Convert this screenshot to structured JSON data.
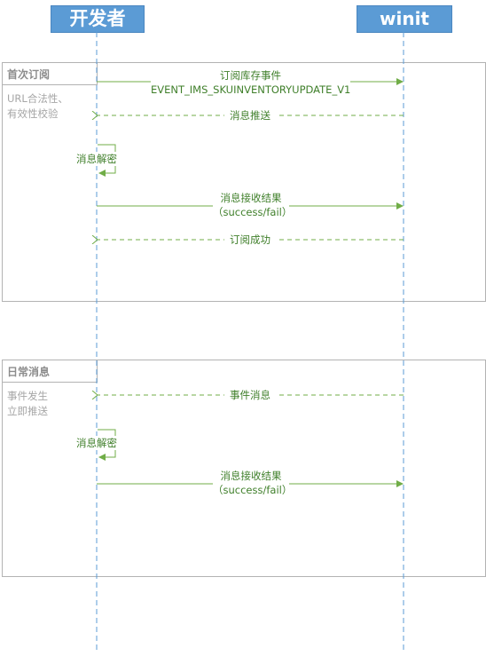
{
  "participants": {
    "developer": "开发者",
    "winit": "winit"
  },
  "frames": [
    {
      "title": "首次订阅",
      "note": [
        "URL合法性、",
        "有效性校验"
      ],
      "messages": [
        {
          "text": [
            "订阅库存事件",
            "EVENT_IMS_SKUINVENTORYUPDATE_V1"
          ],
          "direction": "developer-to-winit",
          "style": "solid"
        },
        {
          "text": [
            "消息推送"
          ],
          "direction": "winit-to-developer",
          "style": "dashed"
        },
        {
          "text": [
            "消息解密"
          ],
          "direction": "self-developer",
          "style": "solid"
        },
        {
          "text": [
            "消息接收结果",
            "（success/fail）"
          ],
          "direction": "developer-to-winit",
          "style": "solid"
        },
        {
          "text": [
            "订阅成功"
          ],
          "direction": "winit-to-developer",
          "style": "dashed"
        }
      ]
    },
    {
      "title": "日常消息",
      "note": [
        "事件发生",
        "立即推送"
      ],
      "messages": [
        {
          "text": [
            "事件消息"
          ],
          "direction": "winit-to-developer",
          "style": "dashed"
        },
        {
          "text": [
            "消息解密"
          ],
          "direction": "self-developer",
          "style": "solid"
        },
        {
          "text": [
            "消息接收结果",
            "（success/fail）"
          ],
          "direction": "developer-to-winit",
          "style": "solid"
        }
      ]
    }
  ],
  "colors": {
    "actor_fill": "#5b9bd5",
    "lifeline": "#5b9bd5",
    "message": "#70ad47",
    "frame_border": "#b3b3b3",
    "label_text": "#3f7f2a"
  }
}
